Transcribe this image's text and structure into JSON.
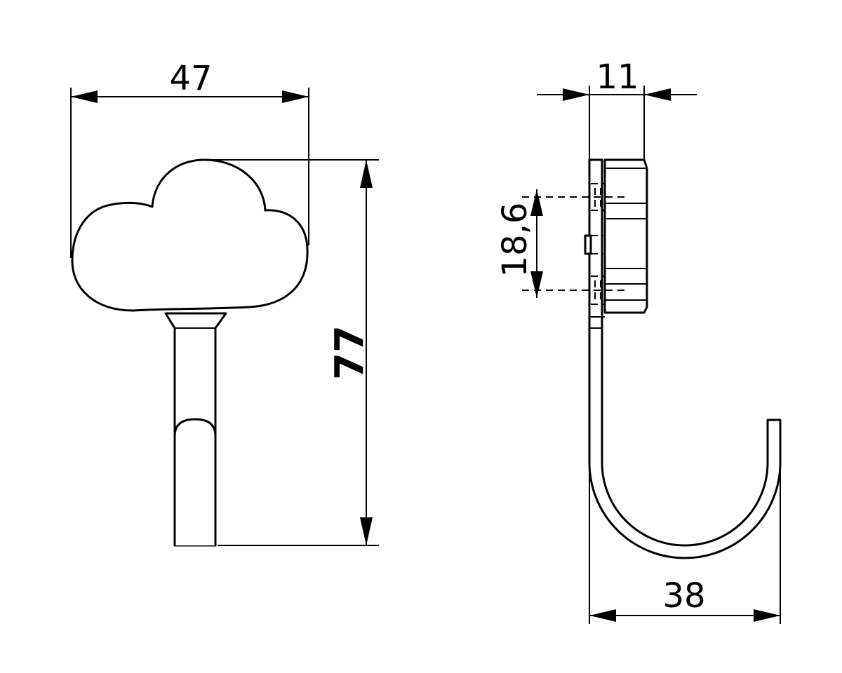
{
  "drawing": {
    "front_view": {
      "width_dimension": "47",
      "height_dimension": "77"
    },
    "side_view": {
      "depth_dimension": "11",
      "hole_spacing_dimension": "18,6",
      "projection_dimension": "38"
    }
  }
}
